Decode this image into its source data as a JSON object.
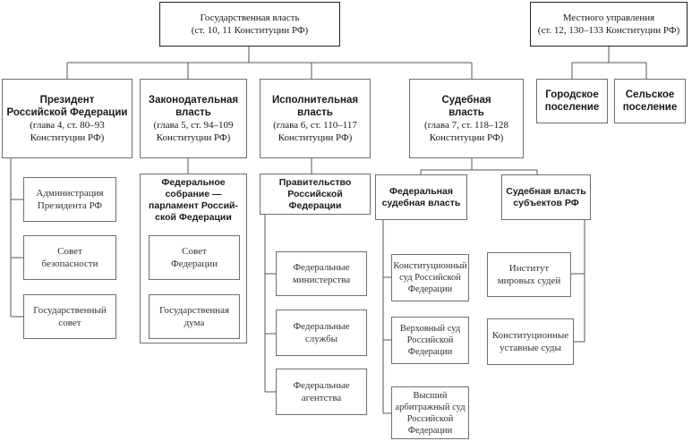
{
  "top_boxes": {
    "state_power": {
      "title": "Государственная власть",
      "ref": "(ст. 10, 11 Конституции РФ)"
    },
    "local_gov": {
      "title": "Местного управления",
      "ref": "(ст. 12, 130–133 Конституции РФ)"
    }
  },
  "local": {
    "urban": [
      "Городское",
      "поселение"
    ],
    "rural": [
      "Сельское",
      "поселение"
    ]
  },
  "branches": {
    "president": {
      "title": [
        "Президент",
        "Российской Федерации"
      ],
      "ref": [
        "(глава 4, ст. 80–93",
        "Конституции РФ)"
      ]
    },
    "legislative": {
      "title": [
        "Законодательная",
        "власть"
      ],
      "ref": [
        "(глава 5, ст. 94–109",
        "Конституции РФ)"
      ]
    },
    "executive": {
      "title": [
        "Исполнительная",
        "власть"
      ],
      "ref": [
        "(глава 6, ст. 110–117",
        "Конституции РФ)"
      ]
    },
    "judicial": {
      "title": [
        "Судебная",
        "власть"
      ],
      "ref": [
        "(глава 7, ст. 118–128",
        "Конституции РФ)"
      ]
    }
  },
  "president_bodies": [
    [
      "Администрация",
      "Президента РФ"
    ],
    [
      "Совет",
      "безопасности"
    ],
    [
      "Государственный",
      "совет"
    ]
  ],
  "legislative_body": {
    "title": [
      "Федеральное",
      "собрание —",
      "парламент Россий-",
      "ской Федерации"
    ]
  },
  "legislative_chambers": [
    [
      "Совет",
      "Федерации"
    ],
    [
      "Государственная",
      "дума"
    ]
  ],
  "executive_body": {
    "title": [
      "Правительство",
      "Российской Федерации"
    ]
  },
  "executive_agencies": [
    [
      "Федеральные",
      "министерства"
    ],
    [
      "Федеральные",
      "службы"
    ],
    [
      "Федеральные",
      "агентства"
    ]
  ],
  "judicial_groups": {
    "federal": [
      "Федеральная",
      "судебная власть"
    ],
    "regional": [
      "Судебная власть",
      "субъектов РФ"
    ]
  },
  "federal_courts": [
    [
      "Конституционный",
      "суд Российской",
      "Федерации"
    ],
    [
      "Верховный суд",
      "Российской",
      "Федерации"
    ],
    [
      "Высший",
      "арбитражный суд",
      "Российской",
      "Федерации"
    ]
  ],
  "regional_courts": [
    [
      "Институт",
      "мировых судей"
    ],
    [
      "Конституционные",
      "уставные суды"
    ]
  ]
}
